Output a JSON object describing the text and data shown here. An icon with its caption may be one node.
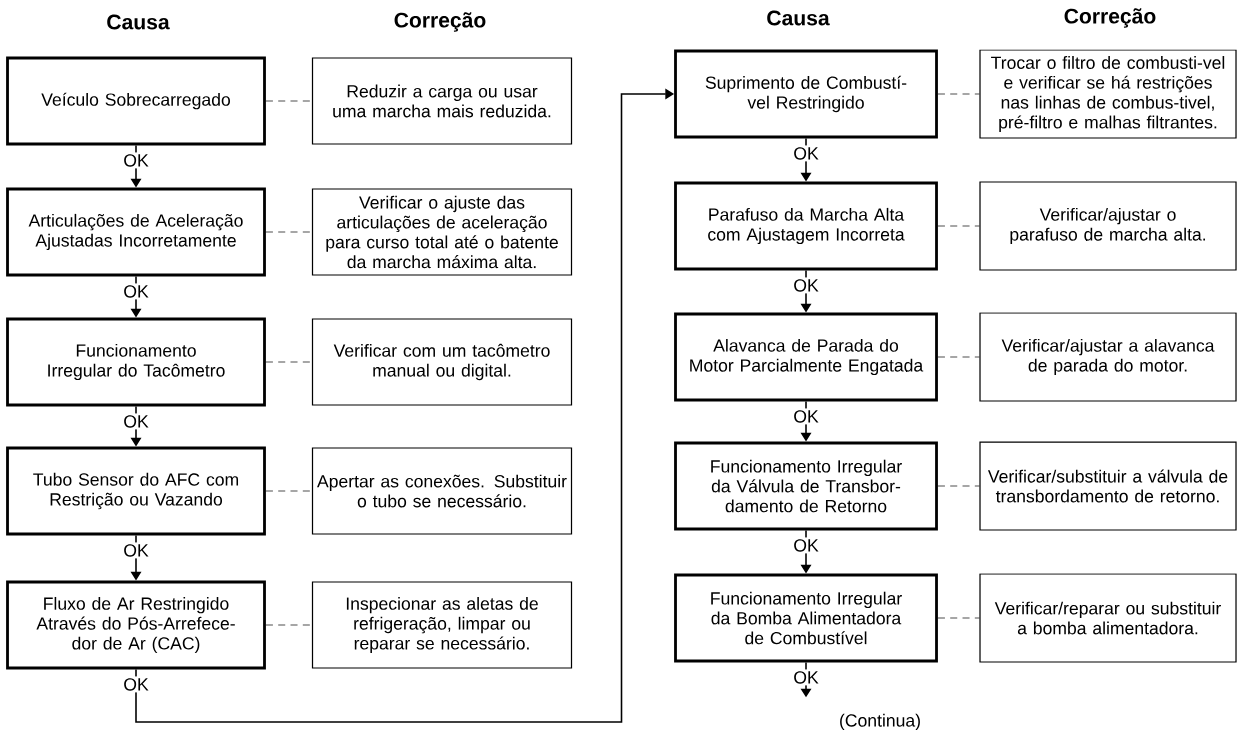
{
  "diagram": {
    "nodes": [
      {
        "text": [
          "Veículo Sobrecarregado"
        ]
      },
      {
        "text": [
          "Reduzir a carga ou usar uma marcha mais reduzida."
        ]
      },
      {
        "text": [
          "Articulações de Aceleração Ajustadas Incorretamente"
        ]
      },
      {
        "text": [
          "Verificar o ajuste das articulações de aceleração para curso total até o batente da marcha máxima alta."
        ]
      },
      {
        "text": [
          "Funcionamento Irregular do Tacômetro"
        ]
      },
      {
        "text": [
          "Verificar com um tacômetro manual ou digital."
        ]
      },
      {
        "text": [
          "Tubo Sensor do AFC com Restrição ou Vazando"
        ]
      },
      {
        "text": [
          "Apertar as conexões. Substituir o tubo se necessário."
        ]
      },
      {
        "text": [
          "Fluxo de Ar Restringido Através do Pós-Arrefece-dor de Ar (CAC)"
        ]
      },
      {
        "text": [
          "Inspecionar as aletas de refrigeração, limpar ou reparar se necessário."
        ]
      },
      {
        "text": [
          "Suprimento de Combustí-vel Restringido"
        ]
      },
      {
        "text": [
          "Trocar o filtro de combusti-vel e verificar se há restrições nas linhas de combus-tivel, pré-filtro e malhas filtrantes."
        ]
      },
      {
        "text": [
          "Parafuso da Marcha Alta com Ajustagem Incorreta"
        ]
      },
      {
        "text": [
          "Verificar/ajustar o parafuso de marcha alta."
        ]
      },
      {
        "text": [
          "Alavanca de Parada do Motor Parcialmente Engatada"
        ]
      },
      {
        "text": [
          "Verificar/ajustar a alavanca de parada do motor."
        ]
      },
      {
        "text": [
          "Funcionamento Irregular da Válvula de Transbor-damento de Retorno"
        ]
      },
      {
        "text": [
          "Verificar/substituir a válvula de transbordamento de retorno."
        ]
      },
      {
        "text": [
          "Funcionamento Irregular da Bomba Alimentadora de Combustível"
        ]
      },
      {
        "text": [
          "Verificar/reparar ou substituir a bomba alimentadora."
        ]
      }
    ],
    "edges": [
      {
        "from": 0,
        "to": 1,
        "arrow": "none",
        "style": "dashed"
      },
      {
        "from": 2,
        "to": 3,
        "arrow": "none",
        "style": "dashed"
      },
      {
        "from": 4,
        "to": 5,
        "arrow": "none",
        "style": "dashed"
      },
      {
        "from": 6,
        "to": 7,
        "arrow": "none",
        "style": "dashed"
      },
      {
        "from": 8,
        "to": 9,
        "arrow": "none",
        "style": "dashed"
      },
      {
        "from": 10,
        "to": 11,
        "arrow": "none",
        "style": "dashed"
      },
      {
        "from": 12,
        "to": 13,
        "arrow": "none",
        "style": "dashed"
      },
      {
        "from": 14,
        "to": 15,
        "arrow": "none",
        "style": "dashed"
      },
      {
        "from": 16,
        "to": 17,
        "arrow": "none",
        "style": "dashed"
      },
      {
        "from": 18,
        "to": 19,
        "arrow": "none",
        "style": "dashed"
      },
      {
        "from": 0,
        "to": 2,
        "arrow": "to",
        "label": "OK"
      },
      {
        "from": 2,
        "to": 4,
        "arrow": "to",
        "label": "OK"
      },
      {
        "from": 4,
        "to": 6,
        "arrow": "to",
        "label": "OK"
      },
      {
        "from": 6,
        "to": 8,
        "arrow": "to",
        "label": "OK"
      },
      {
        "from": 8,
        "to": 10,
        "arrow": "to",
        "label": "OK"
      },
      {
        "from": 10,
        "to": 12,
        "arrow": "to",
        "label": "OK"
      },
      {
        "from": 12,
        "to": 14,
        "arrow": "to",
        "label": "OK"
      },
      {
        "from": 14,
        "to": 16,
        "arrow": "to",
        "label": "OK"
      },
      {
        "from": 16,
        "to": 18,
        "arrow": "to",
        "label": "OK"
      },
      {
        "from": 18,
        "to": null,
        "arrow": "to",
        "label": "OK"
      }
    ],
    "labels": [
      "Causa",
      "Correção",
      "Causa",
      "Correção",
      "(Continua)"
    ]
  }
}
